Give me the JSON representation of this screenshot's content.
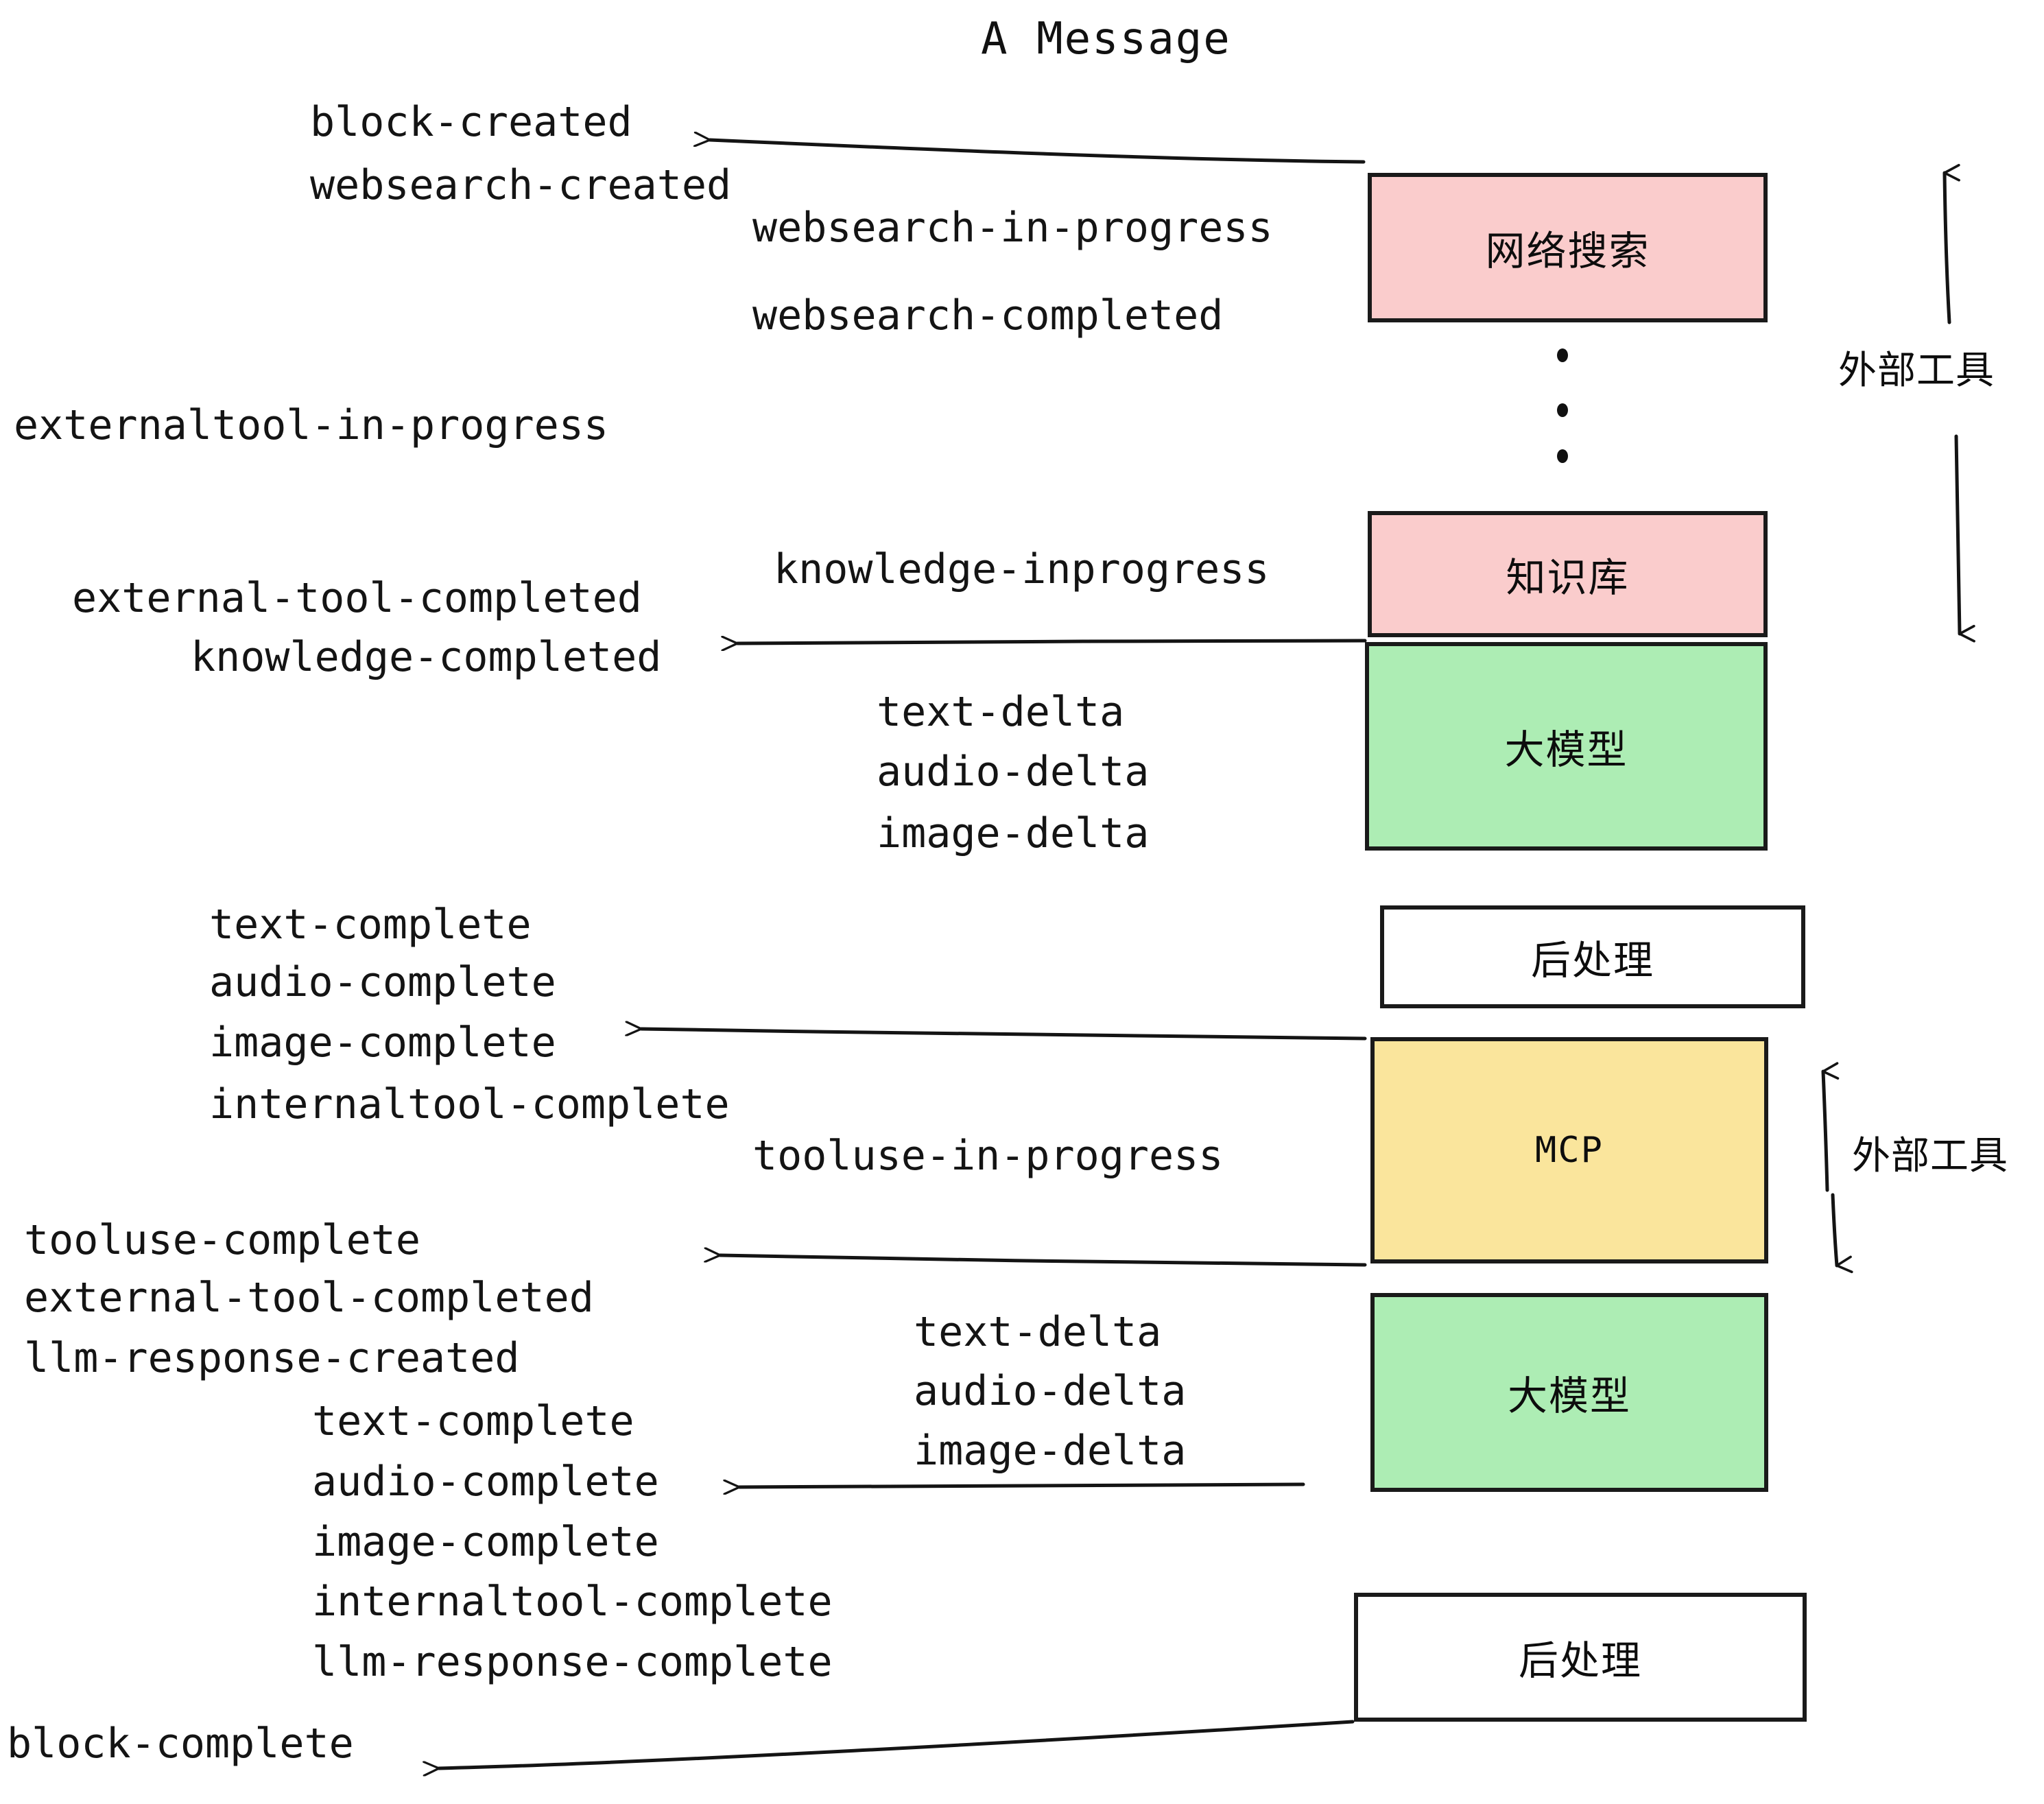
{
  "title": "A Message",
  "colors": {
    "pink": "#FACCCC",
    "green": "#ADEDB4",
    "yellow": "#FAE59C",
    "white": "#FFFFFF",
    "stroke": "#1A1A1A",
    "text": "#111111"
  },
  "nodes": {
    "websearch": {
      "label": "网络搜索",
      "fill": "#FACCCC"
    },
    "knowledge": {
      "label": "知识库",
      "fill": "#FACCCC"
    },
    "llm_1": {
      "label": "大模型",
      "fill": "#ADEDB4"
    },
    "post_1": {
      "label": "后处理",
      "fill": "#FFFFFF"
    },
    "mcp": {
      "label": "MCP",
      "fill": "#FAE59C"
    },
    "llm_2": {
      "label": "大模型",
      "fill": "#ADEDB4"
    },
    "post_2": {
      "label": "后处理",
      "fill": "#FFFFFF"
    }
  },
  "group_labels": {
    "external_tools_top": "外部工具",
    "external_tools_bottom": "外部工具"
  },
  "events": {
    "block_created": "block-created",
    "websearch_created": "websearch-created",
    "websearch_in_progress": "websearch-in-progress",
    "websearch_completed": "websearch-completed",
    "externaltool_in_progress": "externaltool-in-progress",
    "knowledge_inprogress": "knowledge-inprogress",
    "external_tool_completed_1": "external-tool-completed",
    "knowledge_completed": "knowledge-completed",
    "text_delta_1": "text-delta",
    "audio_delta_1": "audio-delta",
    "image_delta_1": "image-delta",
    "text_complete_1": "text-complete",
    "audio_complete_1": "audio-complete",
    "image_complete_1": "image-complete",
    "internaltool_complete_1": "internaltool-complete",
    "tooluse_in_progress": "tooluse-in-progress",
    "tooluse_complete": "tooluse-complete",
    "external_tool_completed_2": "external-tool-completed",
    "llm_response_created": "llm-response-created",
    "text_delta_2": "text-delta",
    "audio_delta_2": "audio-delta",
    "image_delta_2": "image-delta",
    "text_complete_2": "text-complete",
    "audio_complete_2": "audio-complete",
    "image_complete_2": "image-complete",
    "internaltool_complete_2": "internaltool-complete",
    "llm_response_complete": "llm-response-complete",
    "block_complete": "block-complete"
  }
}
